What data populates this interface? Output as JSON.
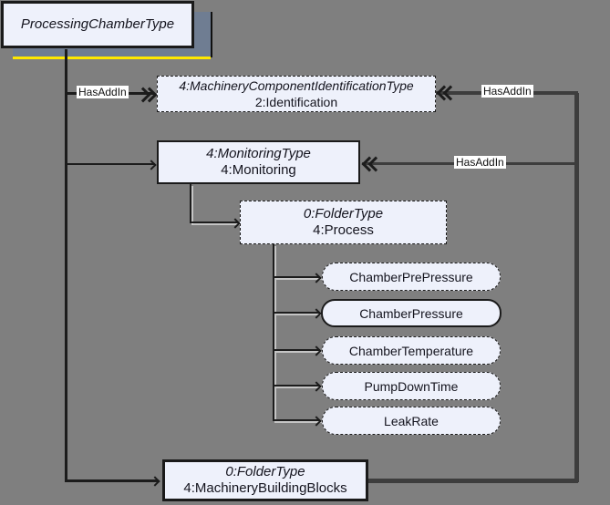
{
  "colors": {
    "canvas-bg": "#7f7f7f",
    "node-fill": "#eef1fb",
    "node-border": "#1a1a1a",
    "connector": "#1c1c1c",
    "connector-thick": "#3d3d3d",
    "shadow-fill": "#6f7d92",
    "highlight-yellow": "#ffe800",
    "label-bg": "#ffffff",
    "text": "#14141e"
  },
  "root_node": {
    "label": "ProcessingChamberType"
  },
  "nodes": {
    "identification": {
      "type": "4:MachineryComponentIdentificationType",
      "name": "2:Identification"
    },
    "monitoring": {
      "type": "4:MonitoringType",
      "name": "4:Monitoring"
    },
    "process": {
      "type": "0:FolderType",
      "name": "4:Process"
    },
    "machinery_building_blocks": {
      "type": "0:FolderType",
      "name": "4:MachineryBuildingBlocks"
    }
  },
  "variables": [
    {
      "label": "ChamberPrePressure"
    },
    {
      "label": "ChamberPressure"
    },
    {
      "label": "ChamberTemperature"
    },
    {
      "label": "PumpDownTime"
    },
    {
      "label": "LeakRate"
    }
  ],
  "edges": {
    "has_addin_left": "HasAddIn",
    "has_addin_top_right": "HasAddIn",
    "has_addin_mid_right": "HasAddIn"
  }
}
